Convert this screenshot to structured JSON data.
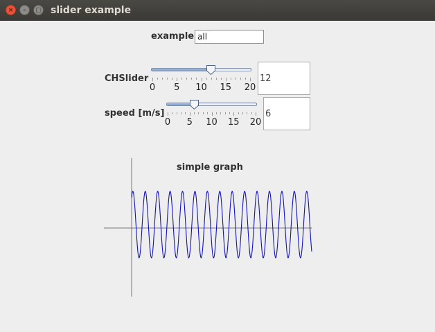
{
  "window": {
    "title": "slider example",
    "close_glyph": "×",
    "min_glyph": "–",
    "max_glyph": "□"
  },
  "example": {
    "label": "example",
    "value": "all"
  },
  "sliders": [
    {
      "label": "CHSlider",
      "value": "12",
      "current": 12,
      "min": 0,
      "max": 20,
      "major_ticks": [
        "0",
        "5",
        "10",
        "15",
        "20"
      ],
      "minor_step": 1
    },
    {
      "label": "speed [m/s]",
      "value": "6",
      "current": 6,
      "min": 0,
      "max": 20,
      "major_ticks": [
        "0",
        "5",
        "10",
        "15",
        "20"
      ],
      "minor_step": 1
    }
  ],
  "graph": {
    "title": "simple graph",
    "line_color": "#1010c8",
    "axis_color": "#777777",
    "cycles": 14.5
  },
  "colors": {
    "accent": "#7c9fd0",
    "close": "#e9533b",
    "titlebar": "#3a3935"
  }
}
